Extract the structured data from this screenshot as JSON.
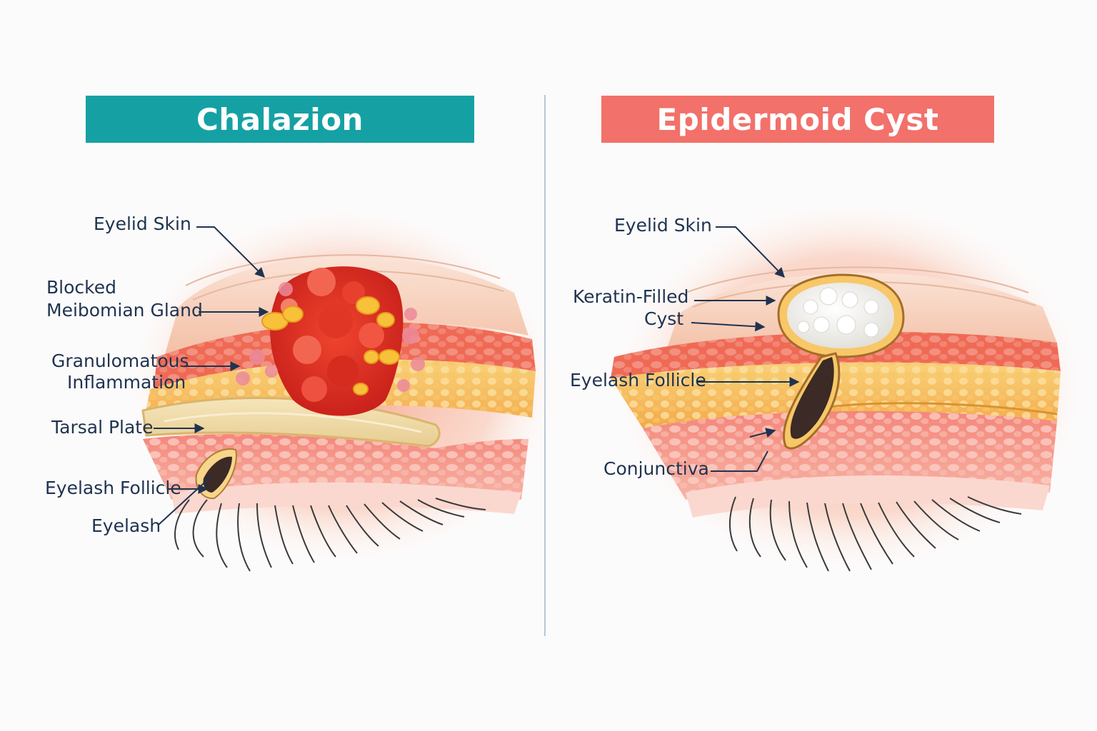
{
  "colors": {
    "chalazion_banner": "#15a1a4",
    "cyst_banner": "#f2716a",
    "label_text": "#1f3350",
    "divider": "#b9c6d2"
  },
  "left": {
    "title": "Chalazion",
    "labels": {
      "eyelid_skin": "Eyelid Skin",
      "blocked_gland_1": "Blocked",
      "blocked_gland_2": "Meibomian Gland",
      "granulomatous_1": "Granulomatous",
      "granulomatous_2": "Inflammation",
      "tarsal_plate": "Tarsal Plate",
      "eyelash_follicle": "Eyelash Follicle",
      "eyelash": "Eyelash"
    }
  },
  "right": {
    "title": "Epidermoid Cyst",
    "labels": {
      "eyelid_skin": "Eyelid Skin",
      "keratin_1": "Keratin-Filled",
      "keratin_2": "Cyst",
      "eyelash_follicle": "Eyelash Follicle",
      "conjunctiva": "Conjunctiva"
    }
  }
}
